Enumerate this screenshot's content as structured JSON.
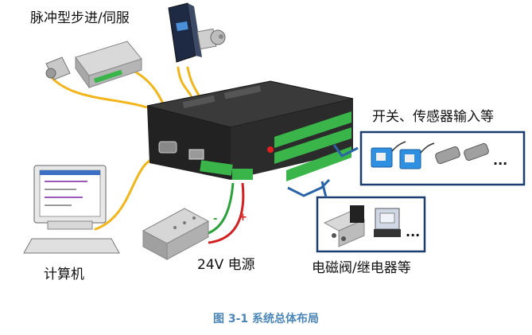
{
  "labels": {
    "servo": "脉冲型步进/伺服",
    "sensors": "开关、传感器输入等",
    "computer": "计算机",
    "power": "24V 电源",
    "valves": "电磁阀/继电器等",
    "ellipsis_sensors": "...",
    "ellipsis_valves": "..."
  },
  "polarity": {
    "neg": "-",
    "pos": "+"
  },
  "caption": "图  3-1  系统总体布局",
  "colors": {
    "wire_yellow": "#f2b51a",
    "wire_red": "#d42020",
    "wire_green": "#2aa23a",
    "bracket_blue": "#2a64a8",
    "terminal_green": "#39b54a",
    "caption_blue": "#4a86b8",
    "controller_body": "#2b2b2b"
  },
  "icons": [
    "stepper-driver-icon",
    "servo-motor-icon",
    "computer-icon",
    "power-supply-icon",
    "proximity-sensor-icon",
    "solenoid-valve-icon",
    "relay-icon"
  ]
}
